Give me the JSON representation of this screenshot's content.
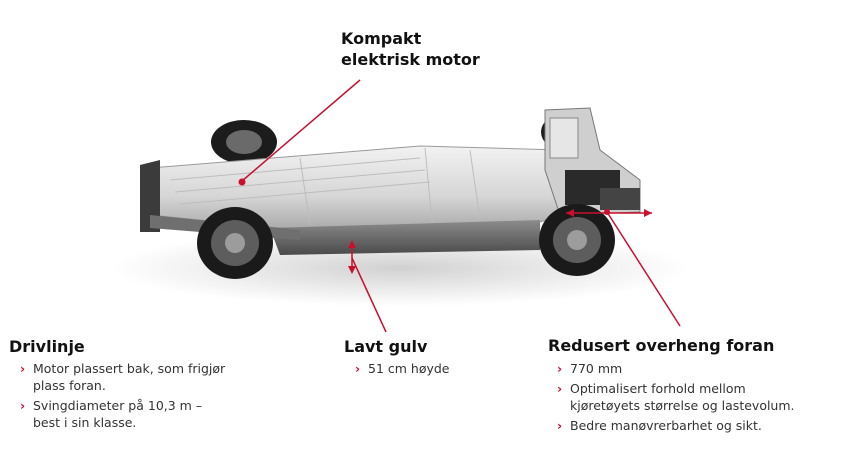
{
  "accent_color": "#c8102e",
  "callouts": {
    "motor": {
      "title_line1": "Kompakt",
      "title_line2": "elektrisk motor"
    },
    "drivline": {
      "title": "Drivlinje",
      "items": [
        "Motor plassert bak, som frigjør\nplass foran.",
        "Svingdiameter på 10,3 m –\nbest i sin klasse."
      ]
    },
    "low_floor": {
      "title": "Lavt gulv",
      "items": [
        "51 cm høyde"
      ]
    },
    "front_overhang": {
      "title": "Redusert overheng foran",
      "items": [
        "770 mm",
        "Optimalisert forhold mellom\nkjøretøyets størrelse og lastevolum.",
        "Bedre manøvrerbarhet og sikt."
      ]
    }
  }
}
